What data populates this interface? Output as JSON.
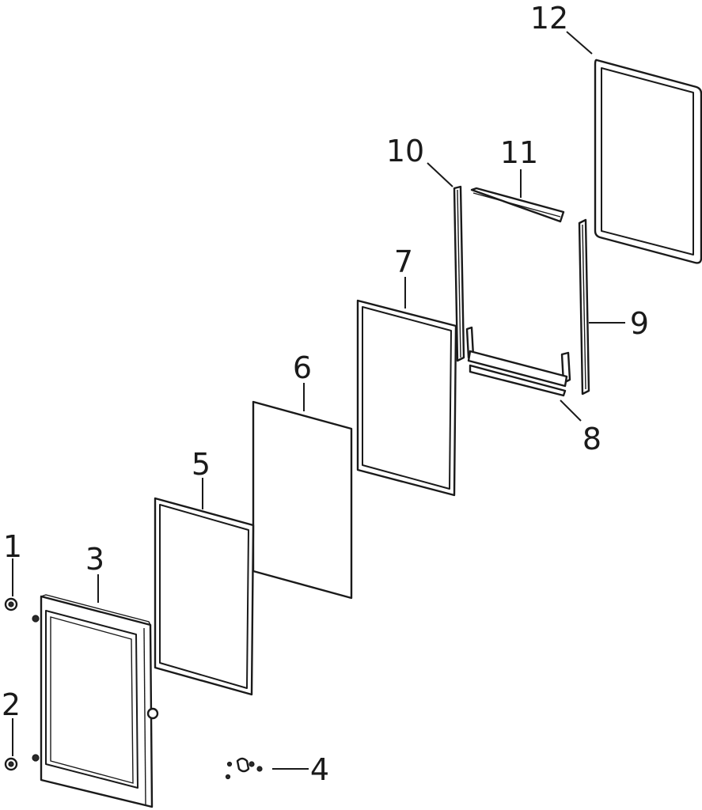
{
  "callouts": {
    "c1": "1",
    "c2": "2",
    "c3": "3",
    "c4": "4",
    "c5": "5",
    "c6": "6",
    "c7": "7",
    "c8": "8",
    "c9": "9",
    "c10": "10",
    "c11": "11",
    "c12": "12"
  },
  "colors": {
    "line": "#1a1a1a",
    "background": "#ffffff"
  }
}
